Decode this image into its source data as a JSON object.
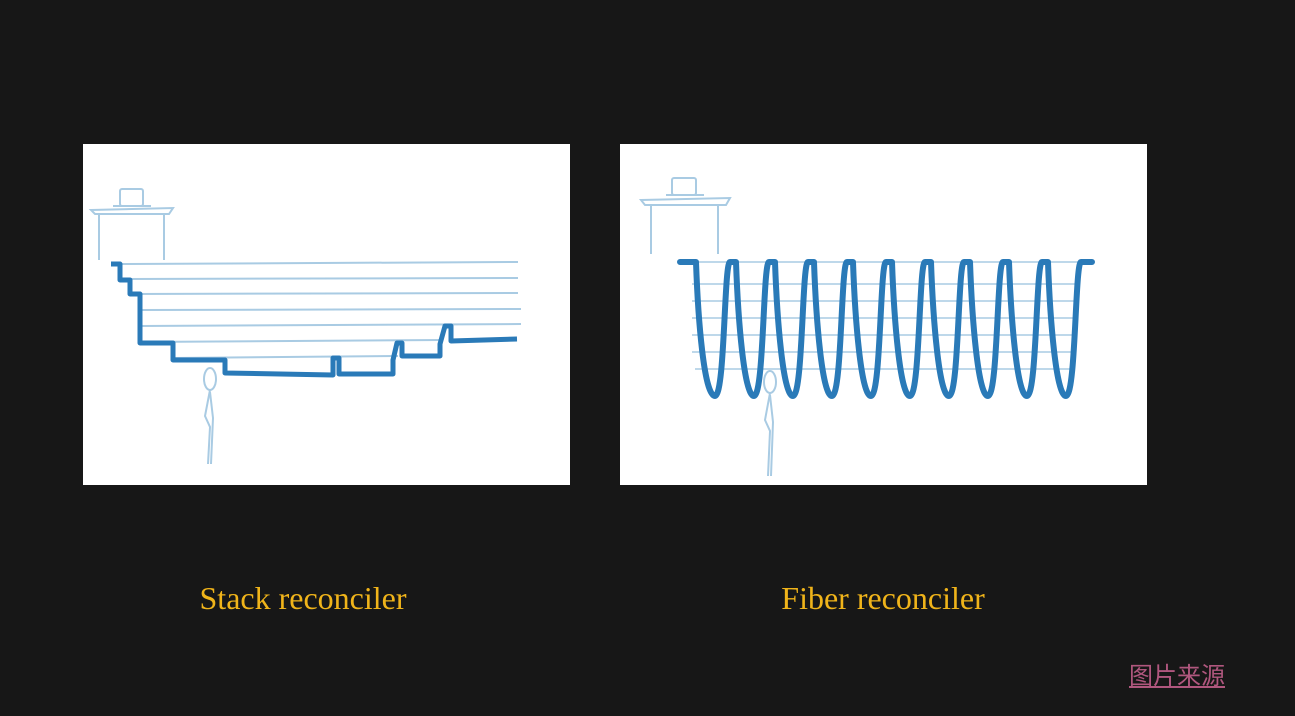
{
  "slide": {
    "background": "#171717",
    "caption_color": "#f0b41a",
    "link_color": "#b0577e",
    "line_color": "#2a7ab8",
    "thin_line_color": "#a9cbe3"
  },
  "diagrams": [
    {
      "caption": "Stack reconciler"
    },
    {
      "caption": "Fiber reconciler"
    }
  ],
  "source_link": {
    "label": "图片来源"
  }
}
